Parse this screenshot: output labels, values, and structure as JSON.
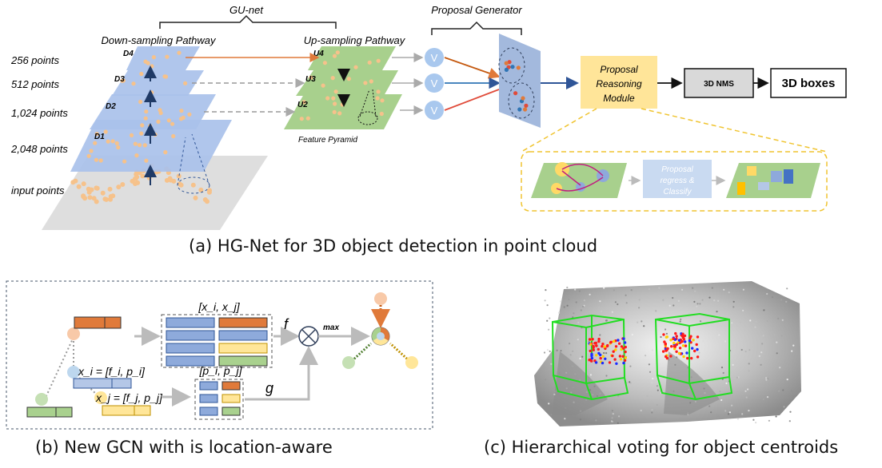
{
  "panel_a": {
    "gu_net": "GU-net",
    "down_path": "Down-sampling Pathway",
    "up_path": "Up-sampling Pathway",
    "proposal_gen": "Proposal Generator",
    "levels": {
      "l256": "256 points",
      "l512": "512 points",
      "l1024": "1,024 points",
      "l2048": "2,048 points",
      "input": "input points"
    },
    "down_tags": {
      "d1": "D1",
      "d2": "D2",
      "d3": "D3",
      "d4": "D4"
    },
    "up_tags": {
      "u2": "U2",
      "u3": "U3",
      "u4": "U4"
    },
    "feature_pyramid": "Feature Pyramid",
    "vote_symbol": "V",
    "prm_line1": "Proposal",
    "prm_line2": "Reasoning",
    "prm_line3": "Module",
    "nms": "3D NMS",
    "boxes": "3D boxes",
    "regress_line1": "Proposal",
    "regress_line2": "regress &",
    "regress_line3": "Classify",
    "caption": "(a) HG-Net for 3D object detection in point cloud"
  },
  "panel_b": {
    "pair_label": "[x_i, x_j]",
    "pos_label": "[p_i, p_j]",
    "f": "f",
    "g": "g",
    "max": "max",
    "xi_eq": "x_i = [f_i, p_i]",
    "xj_eq": "x_j = [f_j, p_j]",
    "caption": "(b) New GCN with is location-aware"
  },
  "panel_c": {
    "caption": "(c) Hierarchical voting for object centroids"
  },
  "colors": {
    "blue_plane": "#a9c1ea",
    "green_plane": "#a8d08d",
    "point": "#f6c28b",
    "prm_fill": "#ffe599",
    "orange": "#e07a3a",
    "green_box": "#22dd22"
  }
}
